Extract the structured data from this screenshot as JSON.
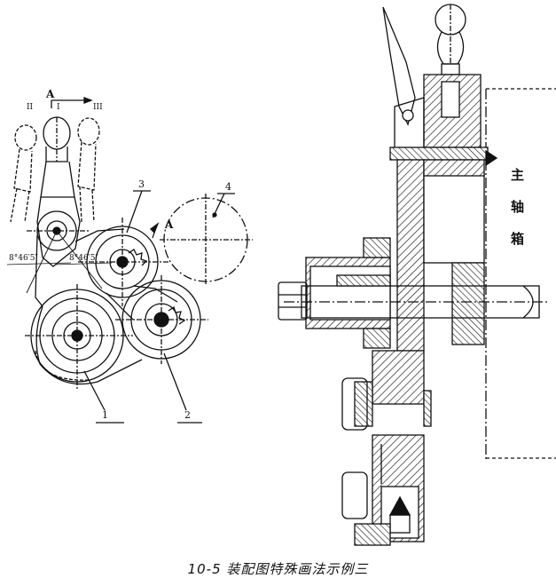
{
  "caption": "10-5 装配图特殊画法示例三",
  "left_view": {
    "view_marker": "A",
    "lever_positions": [
      "II",
      "I",
      "III"
    ],
    "angle_left": "8°46′5″",
    "angle_right": "8°46′5″",
    "section_marker": "A",
    "part_labels": [
      "1",
      "2",
      "3",
      "4"
    ]
  },
  "right_view": {
    "housing_label": [
      "主",
      "轴",
      "箱"
    ]
  },
  "colors": {
    "ink": "#111111",
    "paper": "#ffffff"
  }
}
